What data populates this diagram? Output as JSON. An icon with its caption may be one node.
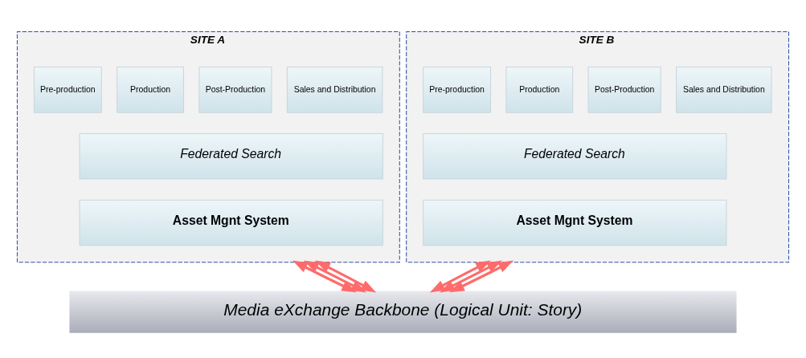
{
  "diagram": {
    "nodes": [
      {
        "text": [
          "SITE A"
        ]
      },
      {
        "text": [
          "Pre-production"
        ],
        "in": 0
      },
      {
        "text": [
          "Production"
        ],
        "in": 0
      },
      {
        "text": [
          "Post-Production"
        ],
        "in": 0
      },
      {
        "text": [
          "Sales and Distribution"
        ],
        "in": 0
      },
      {
        "text": [
          "Federated Search"
        ],
        "in": 0
      },
      {
        "text": [
          "Asset Mgnt System"
        ],
        "in": 0
      },
      {
        "text": [
          "SITE B"
        ]
      },
      {
        "text": [
          "Pre-production"
        ],
        "in": 7
      },
      {
        "text": [
          "Production"
        ],
        "in": 7
      },
      {
        "text": [
          "Post-Production"
        ],
        "in": 7
      },
      {
        "text": [
          "Sales and Distribution"
        ],
        "in": 7
      },
      {
        "text": [
          "Federated Search"
        ],
        "in": 7
      },
      {
        "text": [
          "Asset Mgnt System"
        ],
        "in": 7
      },
      {
        "text": [
          "Media eXchange Backbone (Logical Unit: Story)"
        ]
      }
    ],
    "edges": [
      {
        "from": 0,
        "to": 14,
        "arrow": "both"
      },
      {
        "from": 0,
        "to": 14,
        "arrow": "both"
      },
      {
        "from": 0,
        "to": 14,
        "arrow": "both"
      },
      {
        "from": 7,
        "to": 14,
        "arrow": "both"
      },
      {
        "from": 7,
        "to": 14,
        "arrow": "both"
      },
      {
        "from": 7,
        "to": 14,
        "arrow": "both"
      }
    ]
  }
}
